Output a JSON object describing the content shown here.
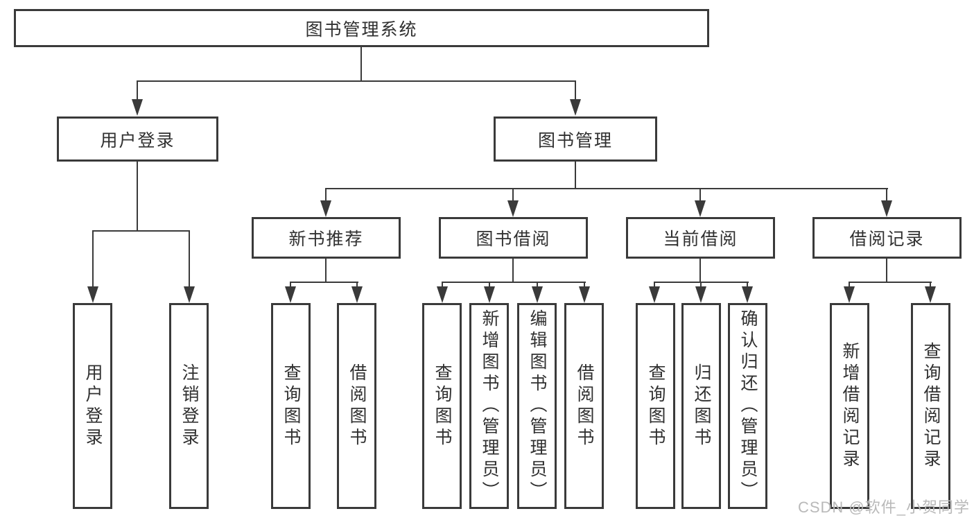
{
  "title": "图书管理系统",
  "nodes": {
    "user_login": "用户登录",
    "book_mgmt": "图书管理",
    "new_book_rec": "新书推荐",
    "book_borrow": "图书借阅",
    "current_borrow": "当前借阅",
    "borrow_record": "借阅记录",
    "leaf_user_login": "用户登录",
    "leaf_logout": "注销登录",
    "leaf_query_book_1": "查询图书",
    "leaf_borrow_book_1": "借阅图书",
    "leaf_query_book_2": "查询图书",
    "leaf_add_book_admin": "新增图书（管理员）",
    "leaf_edit_book_admin": "编辑图书（管理员）",
    "leaf_borrow_book_2": "借阅图书",
    "leaf_query_book_3": "查询图书",
    "leaf_return_book": "归还图书",
    "leaf_confirm_return_admin": "确认归还（管理员）",
    "leaf_add_borrow_record": "新增借阅记录",
    "leaf_query_borrow_record": "查询借阅记录"
  },
  "watermark": "CSDN @软件_小贺同学",
  "colors": {
    "line": "#3a3a3a",
    "text": "#303030",
    "background": "#ffffff",
    "watermark": "#b9b9b9"
  }
}
